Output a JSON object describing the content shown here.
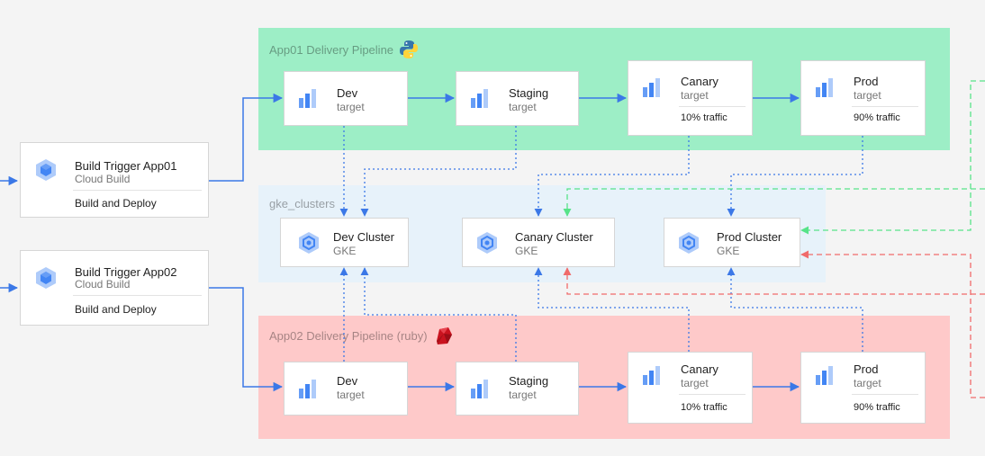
{
  "regions": {
    "app01": {
      "label": "App01 Delivery Pipeline",
      "icon": "python-icon"
    },
    "clusters": {
      "label": "gke_clusters"
    },
    "app02": {
      "label": "App02 Delivery Pipeline (ruby)",
      "icon": "ruby-icon"
    }
  },
  "triggers": {
    "app01": {
      "title": "Build Trigger App01",
      "sub": "Cloud Build",
      "action": "Build and Deploy",
      "icon": "cloud-build-icon"
    },
    "app02": {
      "title": "Build Trigger App02",
      "sub": "Cloud Build",
      "action": "Build and Deploy",
      "icon": "cloud-build-icon"
    }
  },
  "app01": {
    "dev": {
      "title": "Dev",
      "sub": "target"
    },
    "staging": {
      "title": "Staging",
      "sub": "target"
    },
    "canary": {
      "title": "Canary",
      "sub": "target",
      "traffic": "10% traffic"
    },
    "prod": {
      "title": "Prod",
      "sub": "target",
      "traffic": "90% traffic"
    }
  },
  "app02": {
    "dev": {
      "title": "Dev",
      "sub": "target"
    },
    "staging": {
      "title": "Staging",
      "sub": "target"
    },
    "canary": {
      "title": "Canary",
      "sub": "target",
      "traffic": "10% traffic"
    },
    "prod": {
      "title": "Prod",
      "sub": "target",
      "traffic": "90% traffic"
    }
  },
  "clusters": {
    "dev": {
      "title": "Dev Cluster",
      "sub": "GKE",
      "icon": "gke-icon"
    },
    "canary": {
      "title": "Canary Cluster",
      "sub": "GKE",
      "icon": "gke-icon"
    },
    "prod": {
      "title": "Prod Cluster",
      "sub": "GKE",
      "icon": "gke-icon"
    }
  },
  "colors": {
    "app01_bg": "#9deec6",
    "clusters_bg": "#e7f2fa",
    "app02_bg": "#fec9c9",
    "arrow_blue": "#3b78e7",
    "dash_green": "#57e389",
    "dash_red": "#f06b6b"
  }
}
